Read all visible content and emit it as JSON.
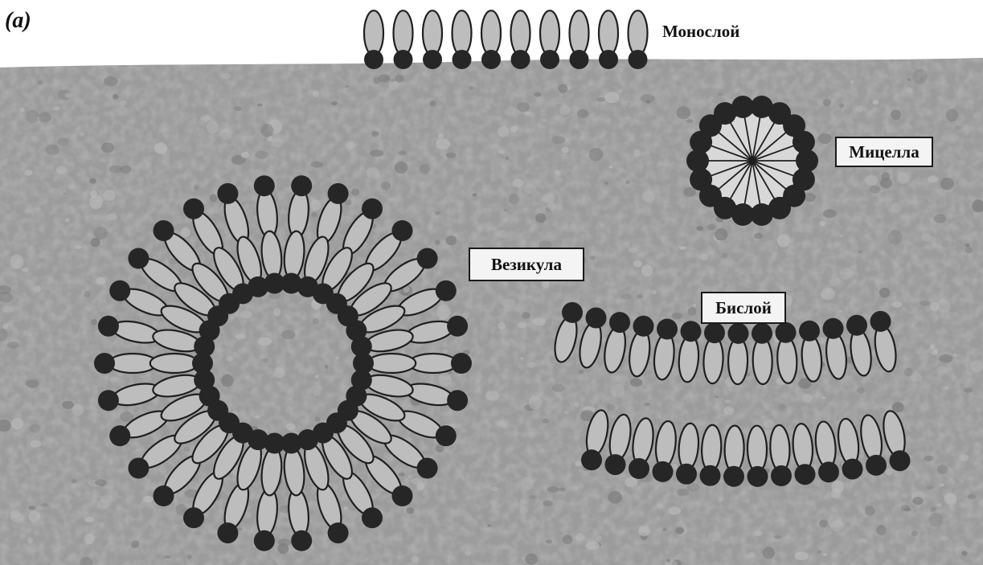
{
  "figure": {
    "panel_letter": "(a)",
    "labels": {
      "monolayer": "Монослой",
      "micelle": "Мицелла",
      "vesicle": "Везикула",
      "bilayer": "Бислой"
    }
  },
  "colors": {
    "paper": "#ffffff",
    "water": "#9b9b9b",
    "speckle_dark": "#7c7c7c",
    "speckle_light": "#b9b9b9",
    "lipid_head": "#262626",
    "lipid_tail_fill": "#bdbdbd",
    "lipid_outline": "#1f1f1f",
    "label_box": "#f4f4f4"
  }
}
